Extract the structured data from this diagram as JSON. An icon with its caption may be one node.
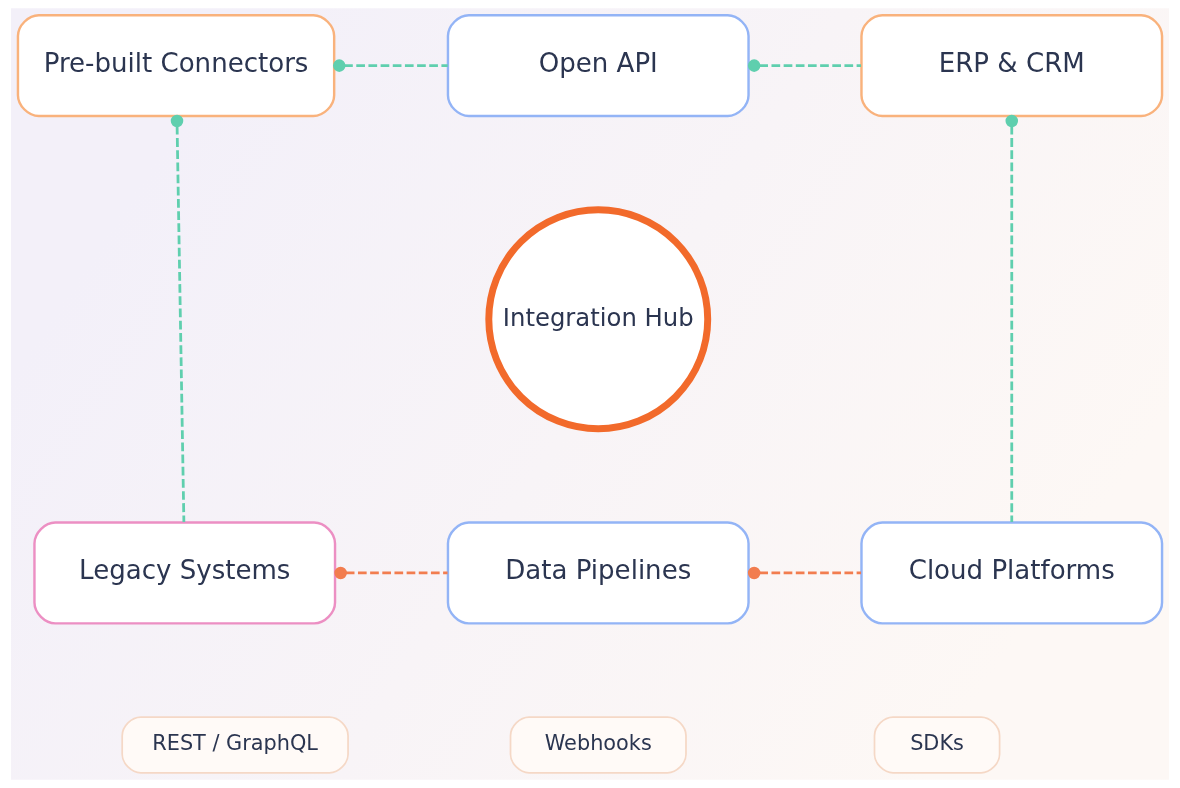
{
  "diagram": {
    "nodes": [
      {
        "text": [
          "Pre-built Connectors"
        ]
      },
      {
        "text": [
          "Open API"
        ]
      },
      {
        "text": [
          "ERP & CRM"
        ]
      },
      {
        "text": [
          "Integration Hub"
        ]
      },
      {
        "text": [
          "Legacy Systems"
        ]
      },
      {
        "text": [
          "Data Pipelines"
        ]
      },
      {
        "text": [
          "Cloud Platforms"
        ]
      },
      {
        "text": [
          "REST / GraphQL"
        ]
      },
      {
        "text": [
          "Webhooks"
        ]
      },
      {
        "text": [
          "SDKs"
        ]
      }
    ],
    "edges": [
      {
        "from": 0,
        "to": 1,
        "arrow": "other",
        "style": "dashed"
      },
      {
        "from": 1,
        "to": 2,
        "arrow": "other",
        "style": "dashed"
      },
      {
        "from": 0,
        "to": 4,
        "arrow": "other",
        "style": "dashed"
      },
      {
        "from": 2,
        "to": 6,
        "arrow": "other",
        "style": "dashed"
      },
      {
        "from": 4,
        "to": 5,
        "arrow": "other",
        "style": "dashed",
        "color": "#f27d4f"
      },
      {
        "from": 5,
        "to": 6,
        "arrow": "other",
        "style": "dashed",
        "color": "#f27d4f"
      }
    ]
  }
}
